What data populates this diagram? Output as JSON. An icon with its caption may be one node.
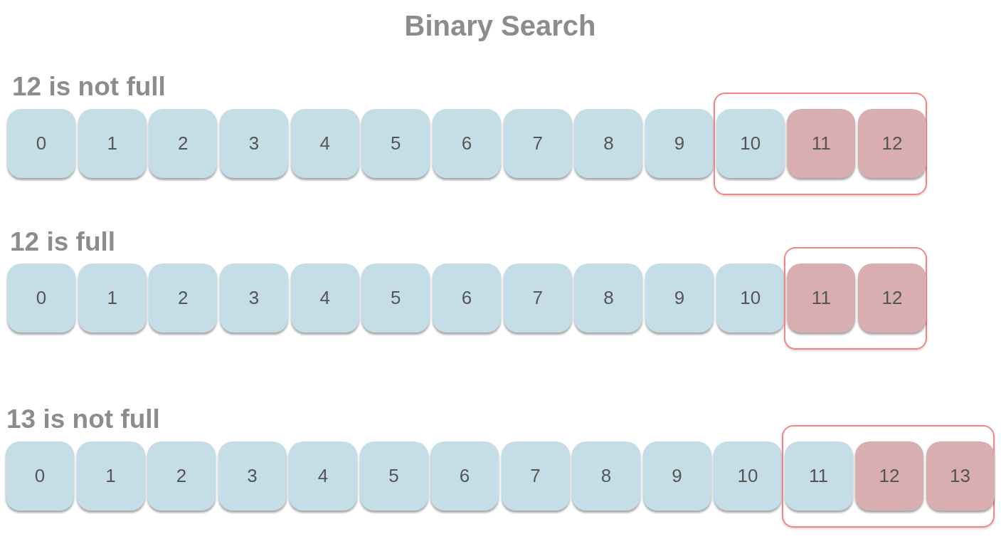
{
  "diagram": {
    "title": "Binary Search",
    "nodes": [
      {
        "text": [
          "0"
        ]
      },
      {
        "text": [
          "1"
        ]
      },
      {
        "text": [
          "2"
        ]
      },
      {
        "text": [
          "3"
        ]
      },
      {
        "text": [
          "4"
        ]
      },
      {
        "text": [
          "5"
        ]
      },
      {
        "text": [
          "6"
        ]
      },
      {
        "text": [
          "7"
        ]
      },
      {
        "text": [
          "8"
        ]
      },
      {
        "text": [
          "9"
        ]
      },
      {
        "text": [],
        "shape": "box"
      },
      {
        "text": [
          "10"
        ],
        "in": 10
      },
      {
        "text": [
          "11"
        ],
        "in": 10
      },
      {
        "text": [
          "12"
        ],
        "in": 10
      },
      {
        "text": [
          "0"
        ]
      },
      {
        "text": [
          "1"
        ]
      },
      {
        "text": [
          "2"
        ]
      },
      {
        "text": [
          "3"
        ]
      },
      {
        "text": [
          "4"
        ]
      },
      {
        "text": [
          "5"
        ]
      },
      {
        "text": [
          "6"
        ]
      },
      {
        "text": [
          "7"
        ]
      },
      {
        "text": [
          "8"
        ]
      },
      {
        "text": [
          "9"
        ]
      },
      {
        "text": [
          "10"
        ]
      },
      {
        "text": [],
        "shape": "box"
      },
      {
        "text": [
          "11"
        ],
        "in": 25
      },
      {
        "text": [
          "12"
        ],
        "in": 25
      },
      {
        "text": [
          "0"
        ]
      },
      {
        "text": [
          "1"
        ]
      },
      {
        "text": [
          "2"
        ]
      },
      {
        "text": [
          "3"
        ]
      },
      {
        "text": [
          "4"
        ]
      },
      {
        "text": [
          "5"
        ]
      },
      {
        "text": [
          "6"
        ]
      },
      {
        "text": [
          "7"
        ]
      },
      {
        "text": [
          "8"
        ]
      },
      {
        "text": [
          "9"
        ]
      },
      {
        "text": [
          "10"
        ]
      },
      {
        "text": [],
        "shape": "box"
      },
      {
        "text": [
          "11"
        ],
        "in": 39
      },
      {
        "text": [
          "12"
        ],
        "in": 39
      },
      {
        "text": [
          "13"
        ],
        "in": 39
      }
    ],
    "edges": [],
    "labels": [
      "12 is not full",
      "12 is full",
      "13 is not full"
    ]
  }
}
